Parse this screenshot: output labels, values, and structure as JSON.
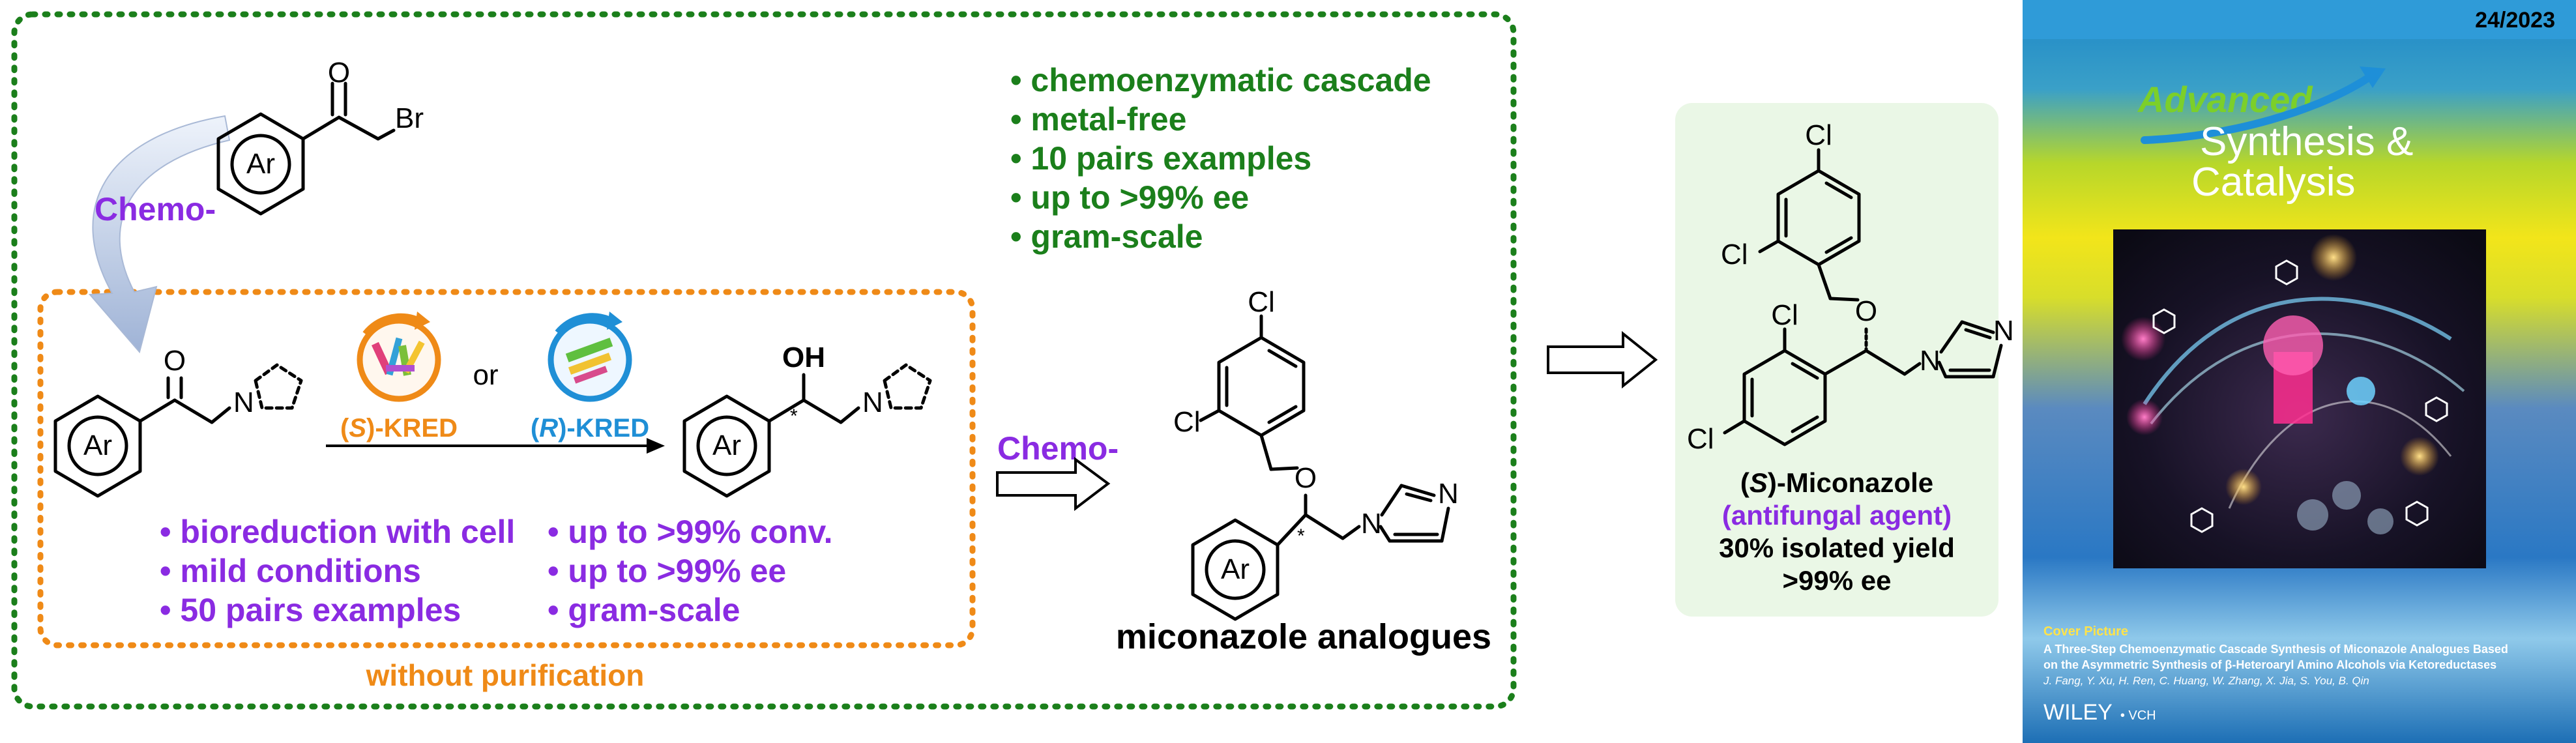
{
  "scheme": {
    "chemo_top": "Chemo-",
    "chemo_mid": "Chemo-",
    "ar": "Ar",
    "br": "Br",
    "o": "O",
    "oh": "OH",
    "n": "N",
    "cl": "Cl",
    "star": "*",
    "or": "or",
    "s_paren_open": "(",
    "s_letter": "S",
    "kred_s_suffix": ")-KRED",
    "r_letter": "R",
    "kred_r_suffix": ")-KRED",
    "features_green": [
      "• chemoenzymatic cascade",
      "• metal-free",
      "• 10 pairs examples",
      "• up to >99% ee",
      "• gram-scale"
    ],
    "features_purple_left": [
      "• bioreduction with cell",
      "• mild conditions",
      "• 50 pairs examples"
    ],
    "features_purple_right": [
      "• up to >99% conv.",
      "• up to >99% ee",
      "• gram-scale"
    ],
    "without_purification": "without purification",
    "product_label": "miconazole analogues",
    "miconazole_name_suffix": ")-Miconazole",
    "miconazole_role": "(antifungal agent)",
    "miconazole_yield": "30% isolated yield",
    "miconazole_ee": ">99% ee"
  },
  "cover": {
    "issue": "24/2023",
    "journal_word1": "Advanced",
    "journal_word2": "Synthesis &",
    "journal_word3": "Catalysis",
    "cover_picture": "Cover Picture",
    "title_line1": "A Three-Step Chemoenzymatic Cascade Synthesis of Miconazole Analogues Based",
    "title_line2": "on the Asymmetric Synthesis of β-Heteroaryl Amino Alcohols via Ketoreductases",
    "authors": "J. Fang, Y. Xu, H. Ren, C. Huang, W. Zhang, X. Jia, S. You, B. Qin",
    "publisher": "WILEY",
    "publisher_suffix": "VCH"
  },
  "colors": {
    "green": "#1b7f1b",
    "purple": "#8a2be2",
    "orange": "#ef8a17",
    "blue": "#1f8fd6",
    "panel_bg": "#eaf7e6"
  }
}
